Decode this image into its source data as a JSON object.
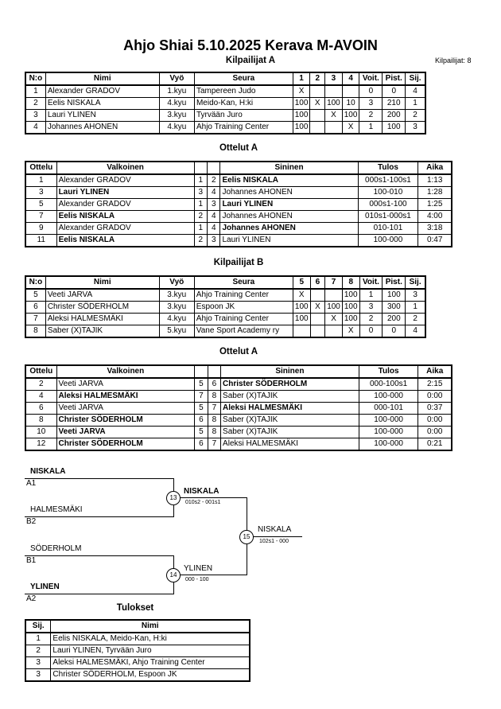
{
  "header": {
    "title": "Ahjo Shiai  5.10.2025  Kerava   M-AVOIN",
    "competitor_count": "Kilpailijat: 8"
  },
  "pool_a": {
    "heading": "Kilpailijat A",
    "columns": [
      "N:o",
      "Nimi",
      "Vyö",
      "Seura",
      "1",
      "2",
      "3",
      "4",
      "Voit.",
      "Pist.",
      "Sij."
    ],
    "rows": [
      [
        "1",
        "Alexander GRADOV",
        "1.kyu",
        "Tampereen Judo",
        "X",
        "",
        "",
        "",
        "0",
        "0",
        "4"
      ],
      [
        "2",
        "Eelis NISKALA",
        "4.kyu",
        "Meido-Kan, H:ki",
        "100",
        "X",
        "100",
        "10",
        "3",
        "210",
        "1"
      ],
      [
        "3",
        "Lauri YLINEN",
        "3.kyu",
        "Tyrvään Juro",
        "100",
        "",
        "X",
        "100",
        "2",
        "200",
        "2"
      ],
      [
        "4",
        "Johannes AHONEN",
        "4.kyu",
        "Ahjo Training Center",
        "100",
        "",
        "",
        "X",
        "1",
        "100",
        "3"
      ]
    ]
  },
  "matches_a": {
    "heading": "Ottelut A",
    "columns": [
      "Ottelu",
      "Valkoinen",
      "",
      "",
      "Sininen",
      "Tulos",
      "Aika"
    ],
    "rows": [
      {
        "no": "1",
        "white": "Alexander GRADOV",
        "wb": false,
        "wn": "1",
        "bn": "2",
        "blue": "Eelis NISKALA",
        "bb": true,
        "result": "000s1-100s1",
        "time": "1:13"
      },
      {
        "no": "3",
        "white": "Lauri YLINEN",
        "wb": true,
        "wn": "3",
        "bn": "4",
        "blue": "Johannes AHONEN",
        "bb": false,
        "result": "100-010",
        "time": "1:28"
      },
      {
        "no": "5",
        "white": "Alexander GRADOV",
        "wb": false,
        "wn": "1",
        "bn": "3",
        "blue": "Lauri YLINEN",
        "bb": true,
        "result": "000s1-100",
        "time": "1:25"
      },
      {
        "no": "7",
        "white": "Eelis NISKALA",
        "wb": true,
        "wn": "2",
        "bn": "4",
        "blue": "Johannes AHONEN",
        "bb": false,
        "result": "010s1-000s1",
        "time": "4:00"
      },
      {
        "no": "9",
        "white": "Alexander GRADOV",
        "wb": false,
        "wn": "1",
        "bn": "4",
        "blue": "Johannes AHONEN",
        "bb": true,
        "result": "010-101",
        "time": "3:18"
      },
      {
        "no": "11",
        "white": "Eelis NISKALA",
        "wb": true,
        "wn": "2",
        "bn": "3",
        "blue": "Lauri YLINEN",
        "bb": false,
        "result": "100-000",
        "time": "0:47"
      }
    ]
  },
  "pool_b": {
    "heading": "Kilpailijat B",
    "columns": [
      "N:o",
      "Nimi",
      "Vyö",
      "Seura",
      "5",
      "6",
      "7",
      "8",
      "Voit.",
      "Pist.",
      "Sij."
    ],
    "rows": [
      [
        "5",
        "Veeti JARVA",
        "3.kyu",
        "Ahjo Training Center",
        "X",
        "",
        "",
        "100",
        "1",
        "100",
        "3"
      ],
      [
        "6",
        "Christer SÖDERHOLM",
        "3.kyu",
        "Espoon JK",
        "100",
        "X",
        "100",
        "100",
        "3",
        "300",
        "1"
      ],
      [
        "7",
        "Aleksi HALMESMÄKI",
        "4.kyu",
        "Ahjo Training Center",
        "100",
        "",
        "X",
        "100",
        "2",
        "200",
        "2"
      ],
      [
        "8",
        "Saber (X)TAJIK",
        "5.kyu",
        "Vane Sport Academy ry",
        "",
        "",
        "",
        "X",
        "0",
        "0",
        "4"
      ]
    ]
  },
  "matches_b": {
    "heading": "Ottelut A",
    "columns": [
      "Ottelu",
      "Valkoinen",
      "",
      "",
      "Sininen",
      "Tulos",
      "Aika"
    ],
    "rows": [
      {
        "no": "2",
        "white": "Veeti JARVA",
        "wb": false,
        "wn": "5",
        "bn": "6",
        "blue": "Christer SÖDERHOLM",
        "bb": true,
        "result": "000-100s1",
        "time": "2:15"
      },
      {
        "no": "4",
        "white": "Aleksi HALMESMÄKI",
        "wb": true,
        "wn": "7",
        "bn": "8",
        "blue": "Saber (X)TAJIK",
        "bb": false,
        "result": "100-000",
        "time": "0:00"
      },
      {
        "no": "6",
        "white": "Veeti JARVA",
        "wb": false,
        "wn": "5",
        "bn": "7",
        "blue": "Aleksi HALMESMÄKI",
        "bb": true,
        "result": "000-101",
        "time": "0:37"
      },
      {
        "no": "8",
        "white": "Christer SÖDERHOLM",
        "wb": true,
        "wn": "6",
        "bn": "8",
        "blue": "Saber (X)TAJIK",
        "bb": false,
        "result": "100-000",
        "time": "0:00"
      },
      {
        "no": "10",
        "white": "Veeti JARVA",
        "wb": true,
        "wn": "5",
        "bn": "8",
        "blue": "Saber (X)TAJIK",
        "bb": false,
        "result": "100-000",
        "time": "0:00"
      },
      {
        "no": "12",
        "white": "Christer SÖDERHOLM",
        "wb": true,
        "wn": "6",
        "bn": "7",
        "blue": "Aleksi HALMESMÄKI",
        "bb": false,
        "result": "100-000",
        "time": "0:21"
      }
    ]
  },
  "bracket": {
    "sf1_top_name": "NISKALA",
    "sf1_top_seed": "A1",
    "sf1_bottom_name": "HALMESMÄKI",
    "sf1_bottom_seed": "B2",
    "sf1_no": "13",
    "sf1_winner": "NISKALA",
    "sf1_score": "010s2 - 001s1",
    "sf2_top_name": "SÖDERHOLM",
    "sf2_top_seed": "B1",
    "sf2_bottom_name": "YLINEN",
    "sf2_bottom_seed": "A2",
    "sf2_no": "14",
    "sf2_winner": "YLINEN",
    "sf2_score": "000 - 100",
    "final_no": "15",
    "final_winner": "NISKALA",
    "final_score": "102s1 - 000"
  },
  "results": {
    "heading": "Tulokset",
    "columns": [
      "Sij.",
      "Nimi"
    ],
    "rows": [
      [
        "1",
        "Eelis NISKALA, Meido-Kan, H:ki"
      ],
      [
        "2",
        "Lauri YLINEN, Tyrvään Juro"
      ],
      [
        "3",
        "Aleksi HALMESMÄKI, Ahjo Training Center"
      ],
      [
        "3",
        "Christer SÖDERHOLM, Espoon JK"
      ]
    ]
  }
}
